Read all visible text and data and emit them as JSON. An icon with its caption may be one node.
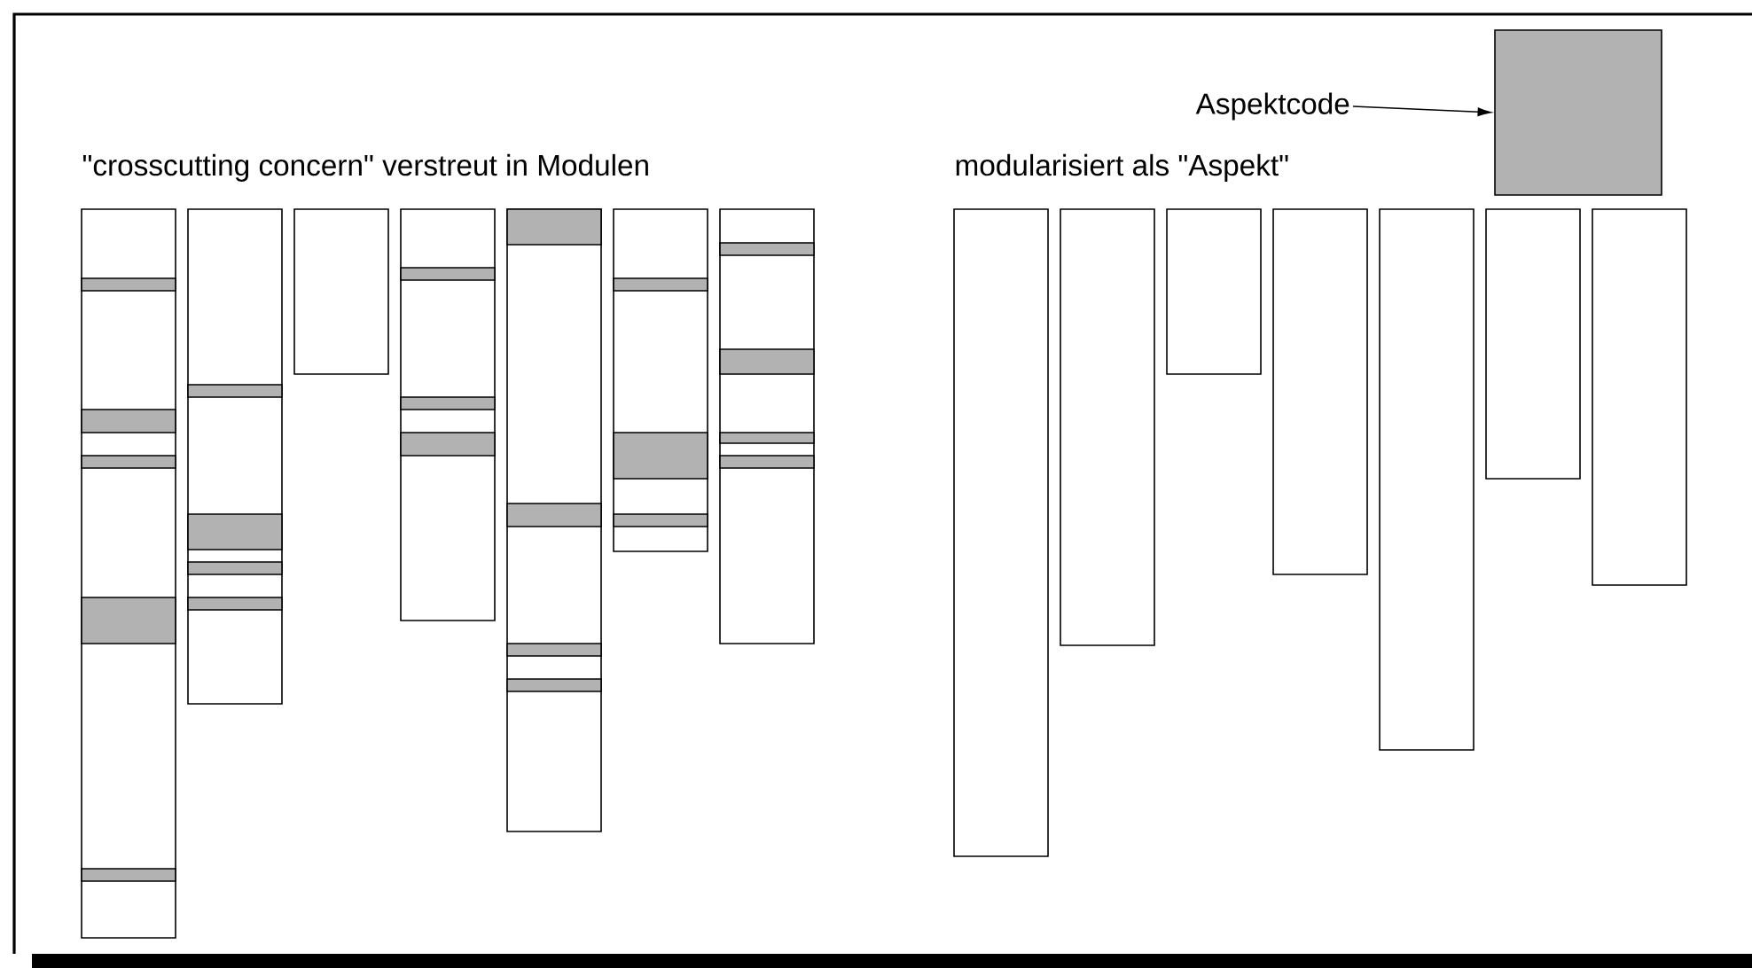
{
  "diagram": {
    "nodes": [
      {
        "text": [
          "Aspektcode"
        ]
      },
      {
        "text": [],
        "shape": "box"
      },
      {
        "text": [],
        "shape": "box"
      },
      {
        "text": [],
        "shape": "box"
      },
      {
        "text": [],
        "shape": "box"
      },
      {
        "text": [],
        "shape": "box"
      },
      {
        "text": [],
        "shape": "box"
      },
      {
        "text": [],
        "shape": "box"
      },
      {
        "text": [],
        "shape": "box"
      },
      {
        "text": [],
        "shape": "box"
      },
      {
        "text": [],
        "shape": "box"
      },
      {
        "text": [],
        "shape": "box"
      },
      {
        "text": [],
        "shape": "box"
      },
      {
        "text": [],
        "shape": "box"
      },
      {
        "text": [],
        "shape": "box"
      },
      {
        "text": [],
        "shape": "box"
      }
    ],
    "edges": [
      {
        "from": 0,
        "to": 1,
        "arrow": "to"
      }
    ],
    "labels": [
      "\"crosscutting concern\" verstreut in Modulen",
      "modularisiert als \"Aspekt\""
    ]
  }
}
